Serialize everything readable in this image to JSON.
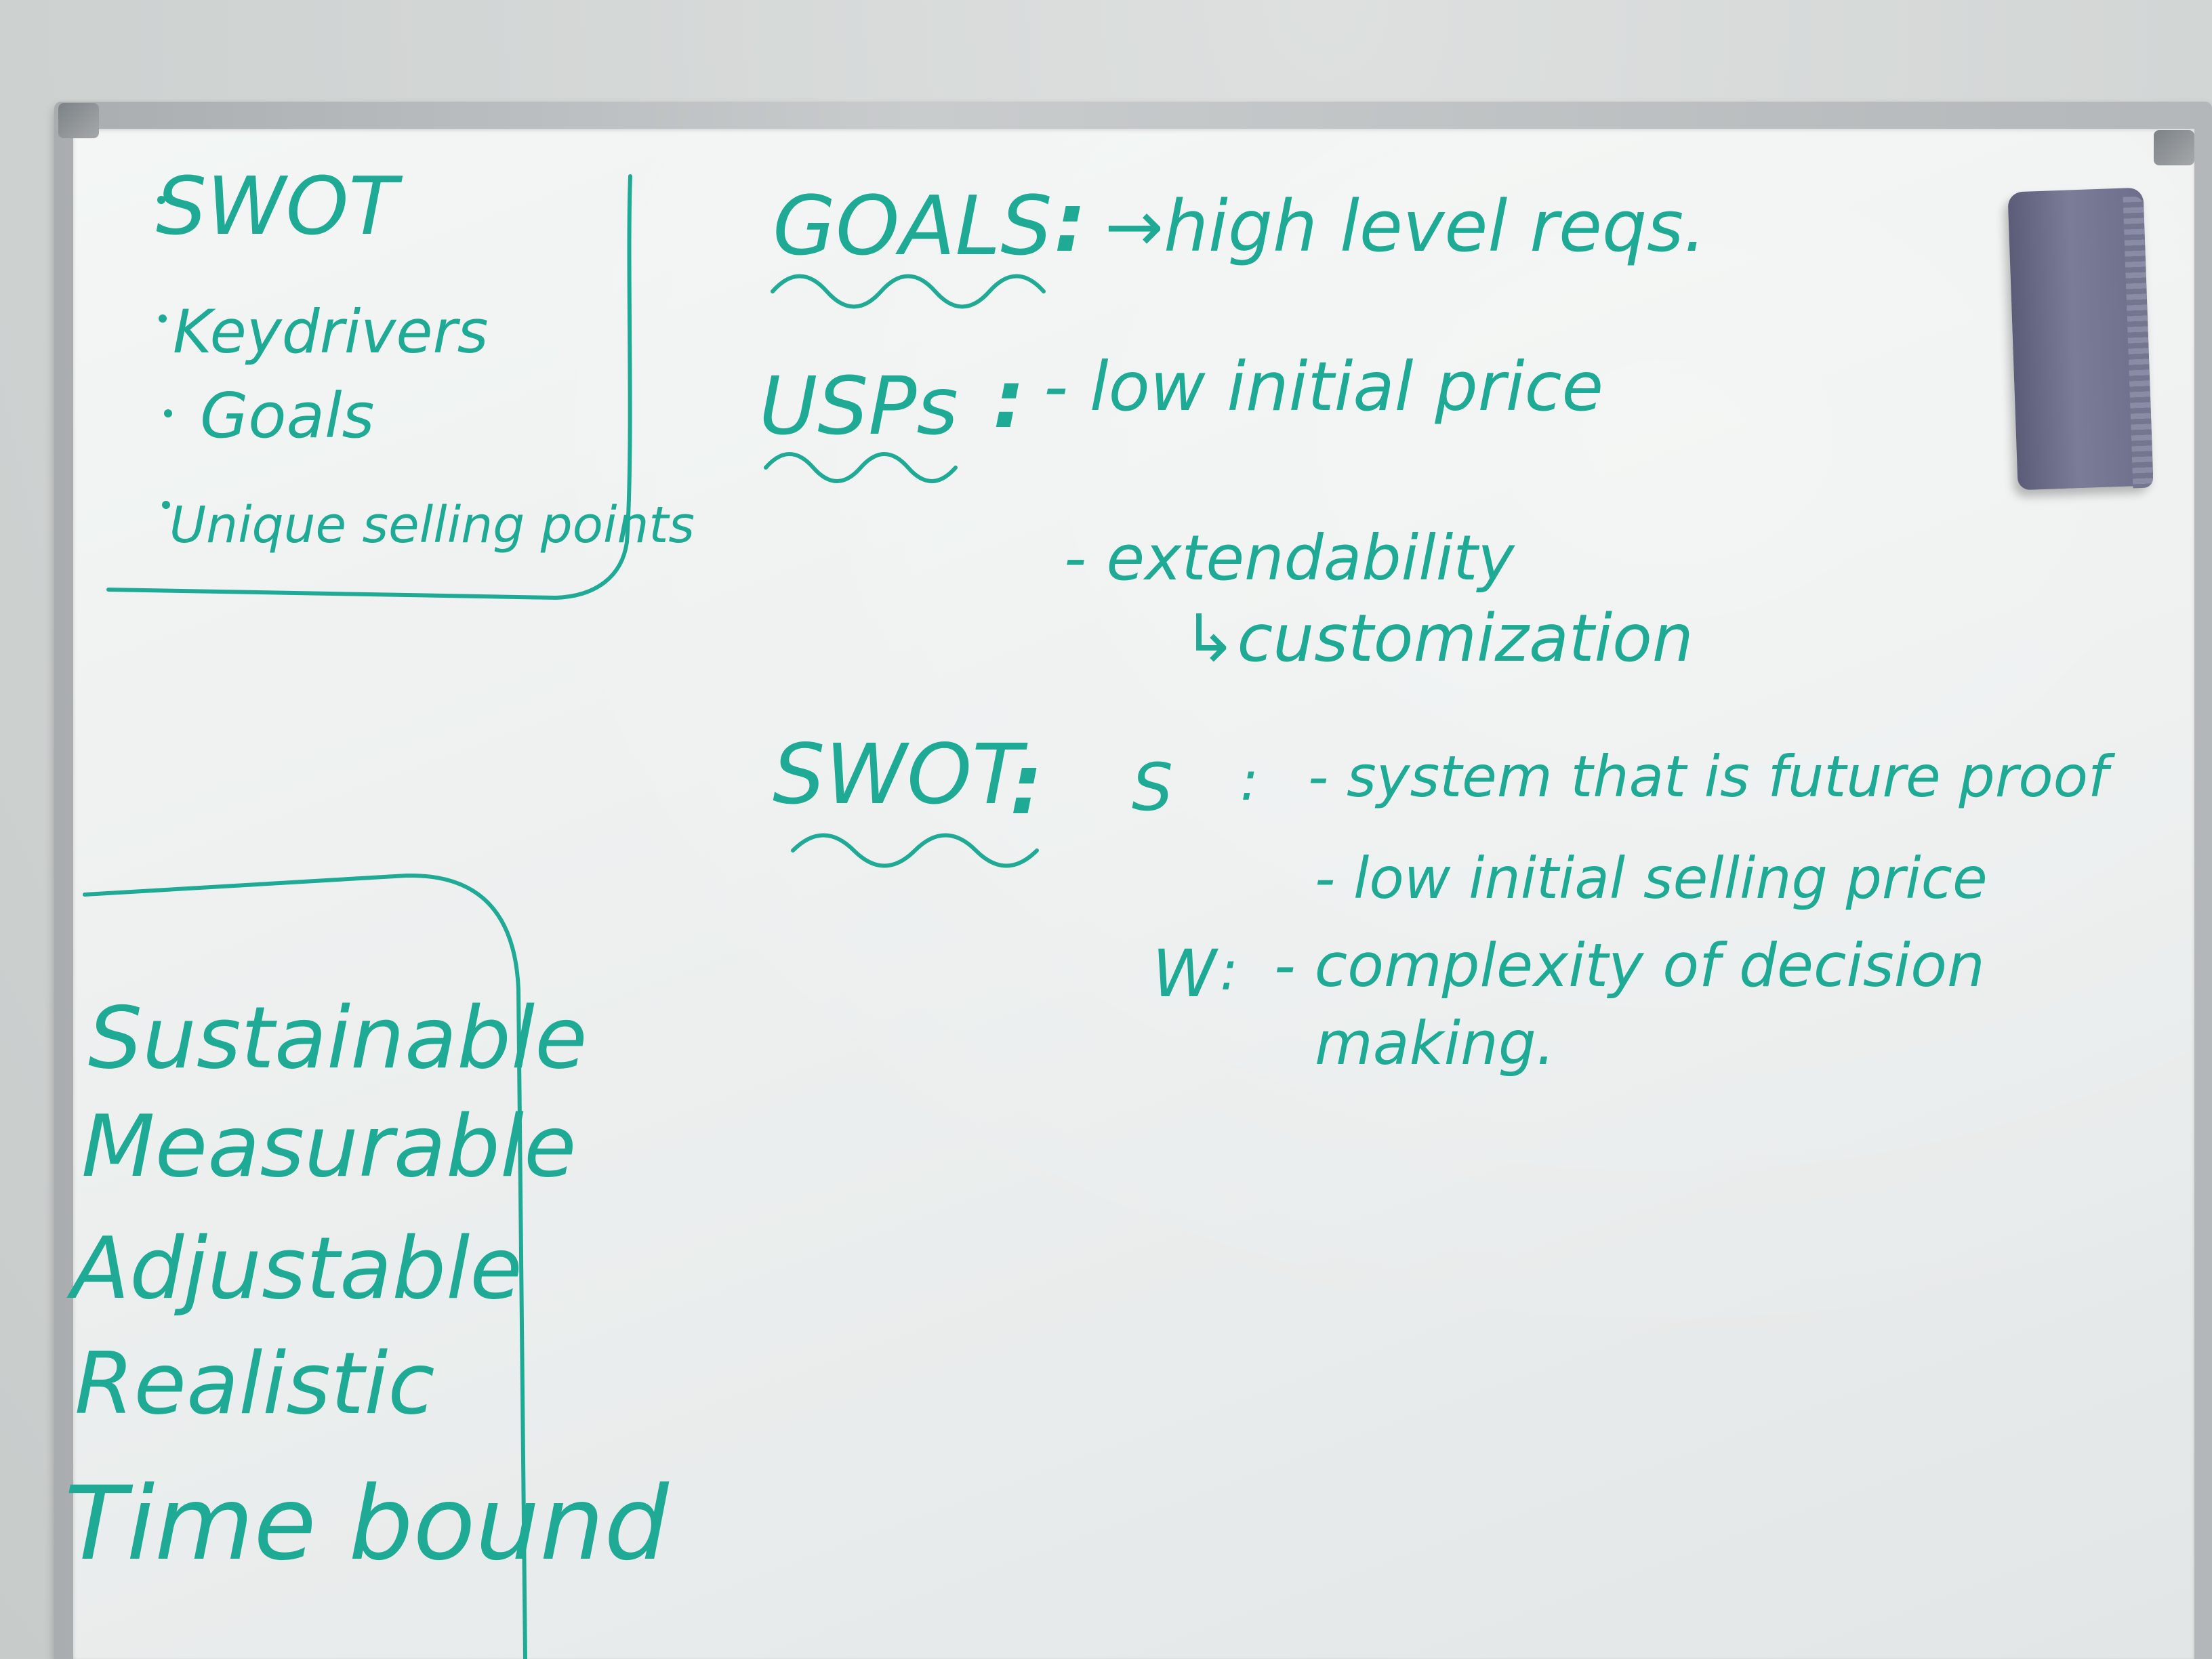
{
  "top_left_box": {
    "items": [
      "SWOT",
      "Keydrivers",
      "Goals",
      "Unique selling points"
    ]
  },
  "goals": {
    "label": "GOALS",
    "separator": ":",
    "text": "→high level reqs."
  },
  "usps": {
    "label": "USPs",
    "separator": ":",
    "items": [
      "- low initial price",
      "- extendability",
      "↳customization"
    ]
  },
  "swot": {
    "label": "SWOT",
    "separator": ":",
    "s_label": "S",
    "s_separator": ":",
    "s_items": [
      "- system that is future proof",
      "- low initial selling price"
    ],
    "w_label": "W",
    "w_separator": ":",
    "w_items": [
      "- complexity of decision",
      "making."
    ]
  },
  "smart_box": {
    "items": [
      "Sustainable",
      "Measurable",
      "Adjustable",
      "Realistic",
      "Time bound"
    ]
  },
  "colors": {
    "marker_ink": "#1faa96",
    "board": "#eef1f0",
    "frame": "#b7bbbd",
    "eraser": "#6c6e8a"
  }
}
